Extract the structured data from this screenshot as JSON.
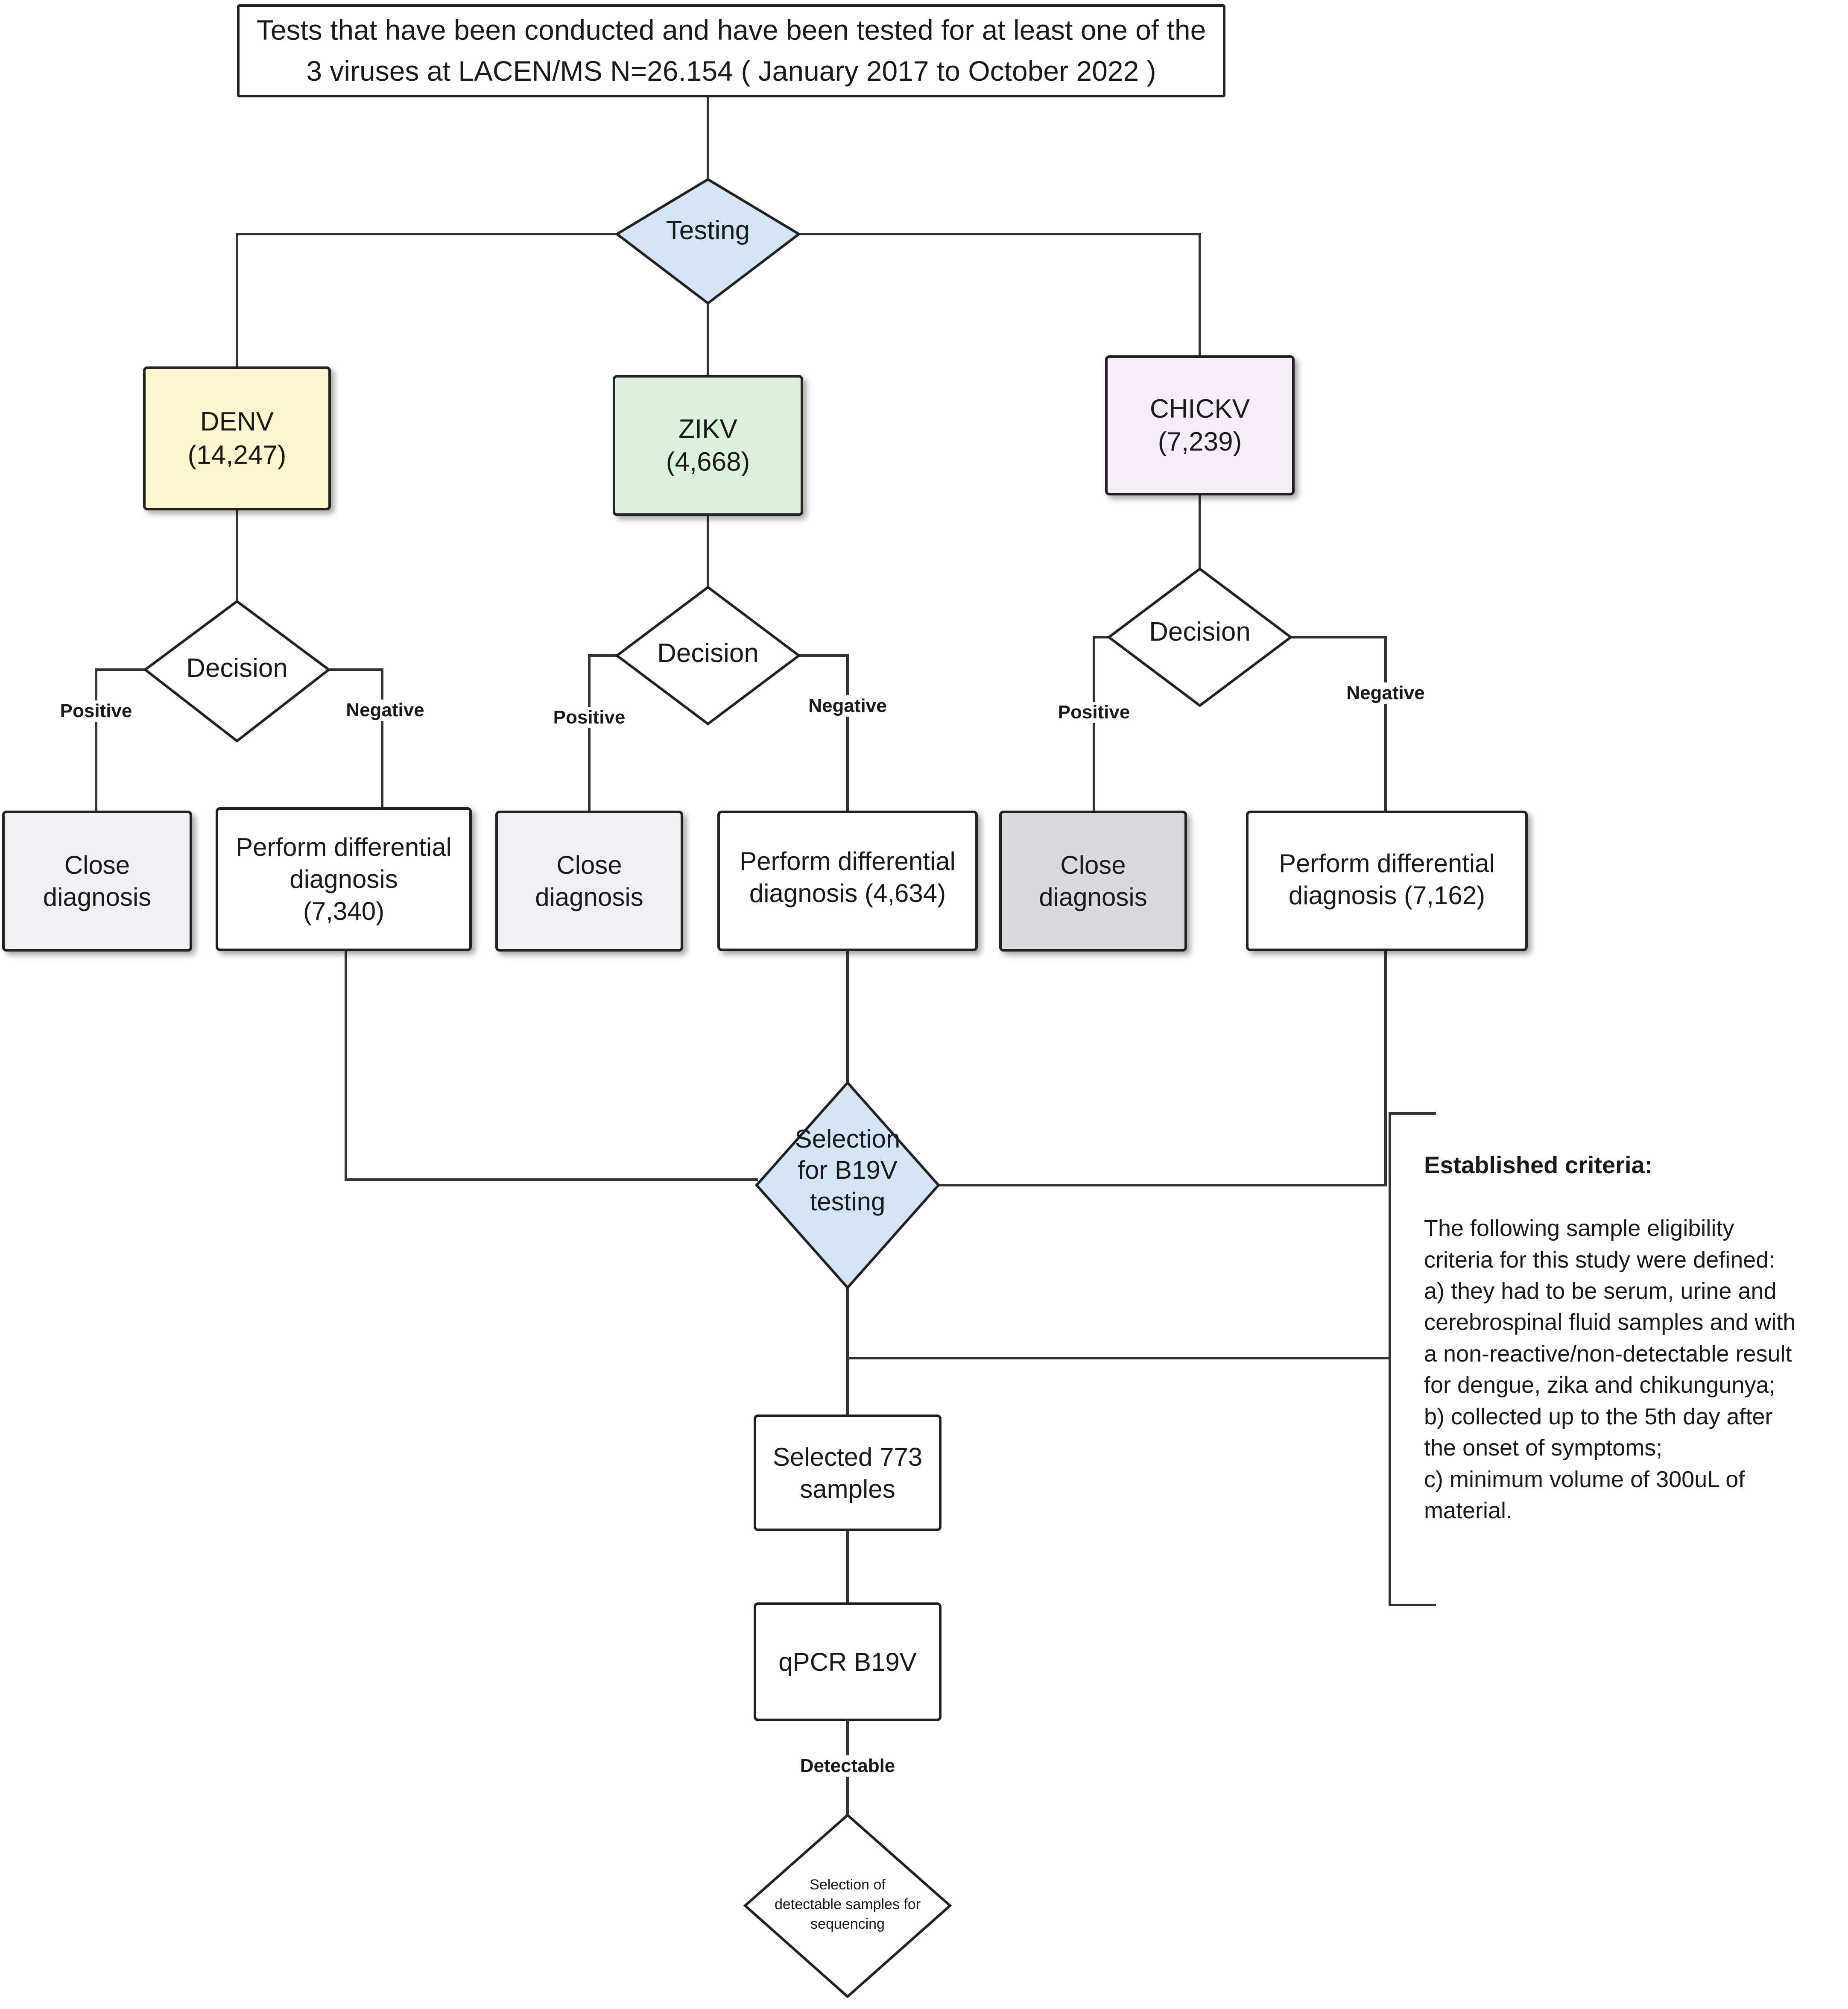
{
  "header": {
    "text": "Tests that have been conducted and have been tested for at least one of the\n3 viruses at LACEN/MS N=26.154 ( January 2017 to October 2022 )"
  },
  "decisions": {
    "testing": "Testing",
    "denv": "Decision",
    "zikv": "Decision",
    "chikv": "Decision",
    "selection_b19v": "Selection\nfor B19V\ntesting",
    "sequencing": "Selection of\ndetectable samples for\nsequencing"
  },
  "viruses": {
    "denv": "DENV\n(14,247)",
    "zikv": "ZIKV\n(4,668)",
    "chikv": "CHICKV\n(7,239)"
  },
  "outcomes": {
    "denv_close": "Close\ndiagnosis",
    "denv_differential": "Perform differential\ndiagnosis\n(7,340)",
    "zikv_close": "Close\ndiagnosis",
    "zikv_differential": "Perform differential\ndiagnosis (4,634)",
    "chikv_close": "Close\ndiagnosis",
    "chikv_differential": "Perform differential\ndiagnosis  (7,162)"
  },
  "edge_labels": {
    "denv_positive": "Positive",
    "denv_negative": "Negative",
    "zikv_positive": "Positive",
    "zikv_negative": "Negative",
    "chikv_positive": "Positive",
    "chikv_negative": "Negative",
    "detectable": "Detectable"
  },
  "samples": {
    "selected": "Selected 773\nsamples",
    "qpcr": "qPCR B19V"
  },
  "criteria": {
    "title": "Established criteria:",
    "lines": [
      "The following sample eligibility",
      "criteria for this study were defined:",
      "a) they had to be serum,  urine and",
      "cerebrospinal fluid samples and with",
      "a non-reactive/non-detectable result",
      "for dengue, zika and chikungunya;",
      "b) collected up to the 5th day after",
      "the onset of symptoms;",
      "c) minimum volume of 300uL of",
      "material."
    ]
  },
  "colors": {
    "denv_fill": "#fbf6cf",
    "zikv_fill": "#ddf2dc",
    "chikv_fill": "#f7ecf9",
    "diamond_blue": "#d3e4f7",
    "close_fill": "#eef0f3",
    "close_fill_dark": "#d8dadf"
  }
}
